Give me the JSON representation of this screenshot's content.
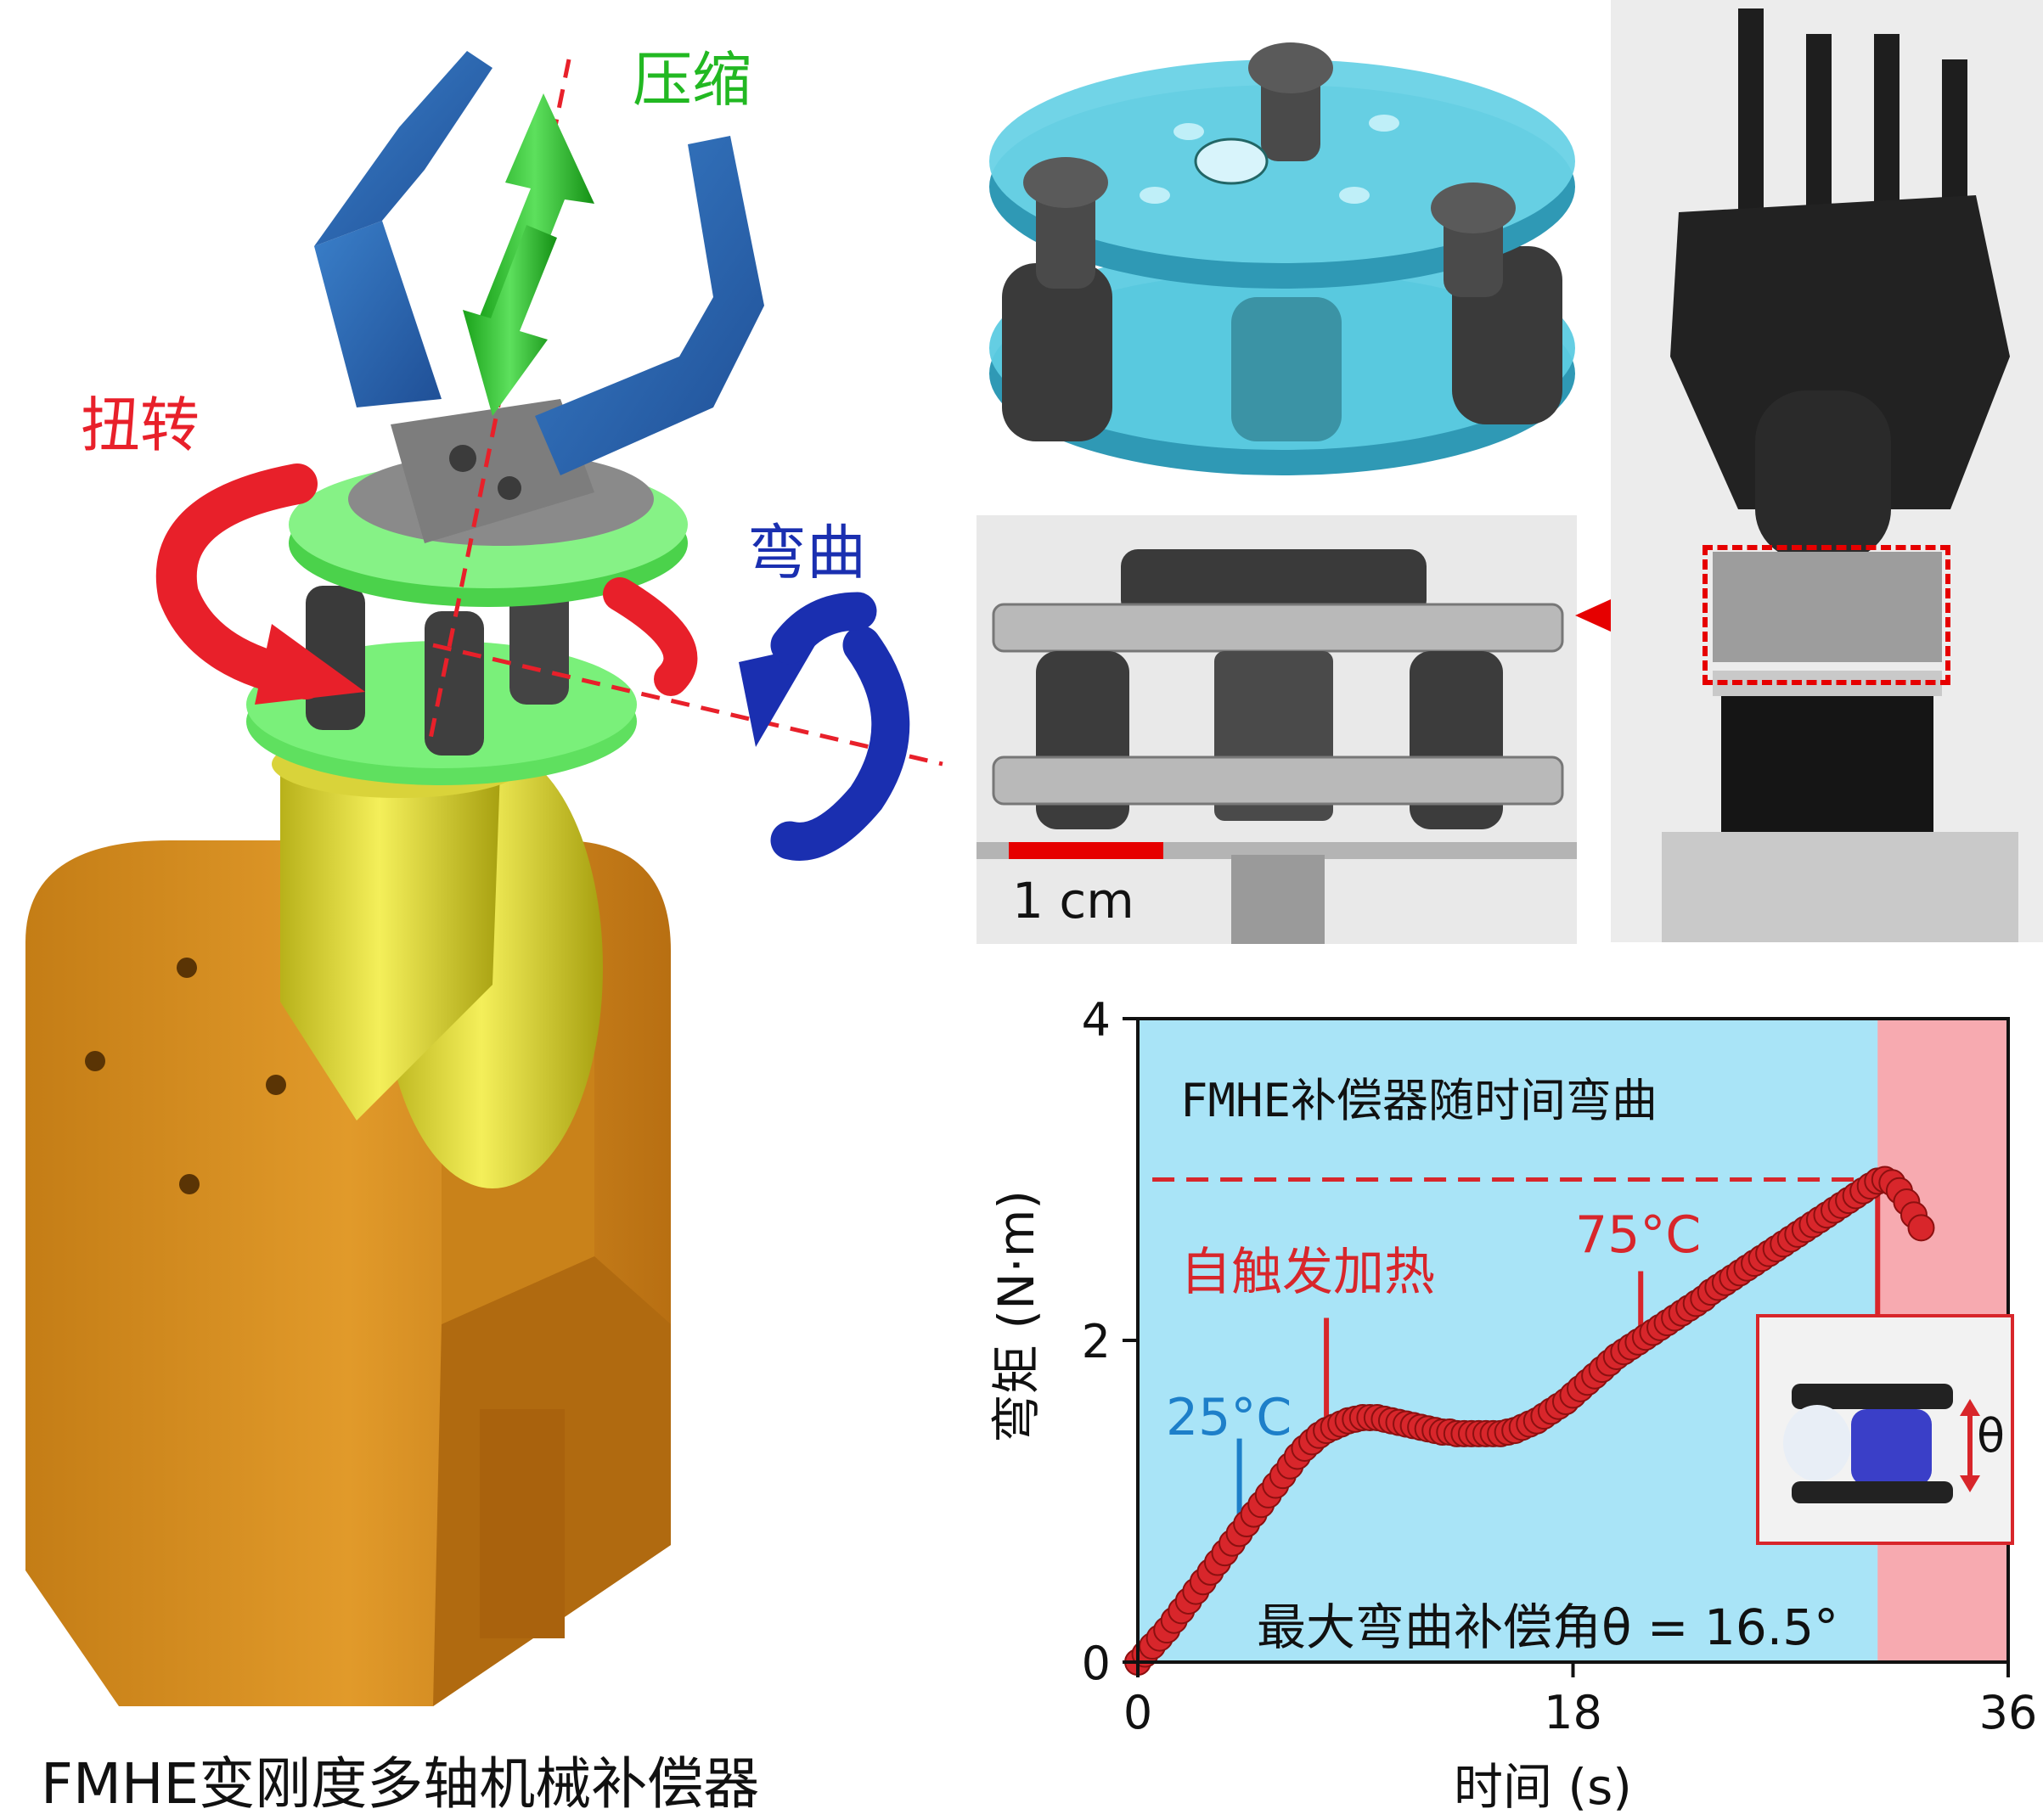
{
  "colors": {
    "compress": "#22b822",
    "torsion": "#e8202a",
    "bend": "#1a2fb0",
    "panel_bg": "#a9e4f7",
    "cooling_bg": "#f7aab0",
    "series": "#d8262b",
    "mark_25": "#1d7fc9"
  },
  "device": {
    "caption": "FMHE变刚度多轴机械补偿器",
    "label_compress": "压缩",
    "label_torsion": "扭转",
    "label_bend": "弯曲"
  },
  "photo": {
    "scale_label": "1 cm"
  },
  "chart": {
    "heading": "FMHE补偿器随时间弯曲",
    "label_self_heating": "自触发加热",
    "label_25c": "25°C",
    "label_75c": "75°C",
    "label_max_angle": "最大弯曲补偿角θ = 16.5°",
    "inset_symbol": "θ"
  },
  "chart_data": {
    "type": "scatter",
    "xlabel": "时间 (s)",
    "ylabel": "弯矩 (N·m)",
    "xlim": [
      0,
      36
    ],
    "ylim": [
      0,
      4
    ],
    "xticks": [
      0,
      18,
      36
    ],
    "yticks": [
      0,
      2,
      4
    ],
    "max_line_y": 3.0,
    "shaded_region_x": [
      30.6,
      36
    ],
    "markers": [
      {
        "x": 4.2,
        "label": "25°C"
      },
      {
        "x": 7.8,
        "label": "自触发加热"
      },
      {
        "x": 20.8,
        "label": "75°C"
      },
      {
        "x": 30.6,
        "label": ""
      }
    ],
    "points": [
      [
        0,
        0
      ],
      [
        0.3,
        0.05
      ],
      [
        0.6,
        0.1
      ],
      [
        0.9,
        0.15
      ],
      [
        1.2,
        0.2
      ],
      [
        1.5,
        0.26
      ],
      [
        1.8,
        0.32
      ],
      [
        2.1,
        0.38
      ],
      [
        2.4,
        0.44
      ],
      [
        2.7,
        0.5
      ],
      [
        3.0,
        0.56
      ],
      [
        3.3,
        0.62
      ],
      [
        3.6,
        0.68
      ],
      [
        3.9,
        0.74
      ],
      [
        4.2,
        0.8
      ],
      [
        4.5,
        0.86
      ],
      [
        4.8,
        0.92
      ],
      [
        5.1,
        0.98
      ],
      [
        5.4,
        1.04
      ],
      [
        5.7,
        1.1
      ],
      [
        6.0,
        1.16
      ],
      [
        6.3,
        1.22
      ],
      [
        6.6,
        1.28
      ],
      [
        6.9,
        1.33
      ],
      [
        7.2,
        1.37
      ],
      [
        7.5,
        1.41
      ],
      [
        7.8,
        1.44
      ],
      [
        8.1,
        1.46
      ],
      [
        8.4,
        1.48
      ],
      [
        8.7,
        1.5
      ],
      [
        9.0,
        1.51
      ],
      [
        9.3,
        1.52
      ],
      [
        9.6,
        1.52
      ],
      [
        9.9,
        1.52
      ],
      [
        10.2,
        1.51
      ],
      [
        10.5,
        1.5
      ],
      [
        10.8,
        1.49
      ],
      [
        11.1,
        1.48
      ],
      [
        11.4,
        1.47
      ],
      [
        11.7,
        1.46
      ],
      [
        12.0,
        1.45
      ],
      [
        12.3,
        1.44
      ],
      [
        12.6,
        1.43
      ],
      [
        12.9,
        1.43
      ],
      [
        13.2,
        1.42
      ],
      [
        13.5,
        1.42
      ],
      [
        13.8,
        1.42
      ],
      [
        14.1,
        1.42
      ],
      [
        14.4,
        1.42
      ],
      [
        14.7,
        1.42
      ],
      [
        15.0,
        1.42
      ],
      [
        15.3,
        1.43
      ],
      [
        15.6,
        1.44
      ],
      [
        15.9,
        1.46
      ],
      [
        16.2,
        1.48
      ],
      [
        16.5,
        1.5
      ],
      [
        16.8,
        1.53
      ],
      [
        17.1,
        1.56
      ],
      [
        17.4,
        1.59
      ],
      [
        17.7,
        1.62
      ],
      [
        18.0,
        1.66
      ],
      [
        18.3,
        1.7
      ],
      [
        18.6,
        1.74
      ],
      [
        18.9,
        1.78
      ],
      [
        19.2,
        1.82
      ],
      [
        19.5,
        1.86
      ],
      [
        19.8,
        1.9
      ],
      [
        20.1,
        1.93
      ],
      [
        20.4,
        1.96
      ],
      [
        20.7,
        1.99
      ],
      [
        21.0,
        2.02
      ],
      [
        21.3,
        2.05
      ],
      [
        21.6,
        2.08
      ],
      [
        21.9,
        2.11
      ],
      [
        22.2,
        2.14
      ],
      [
        22.5,
        2.17
      ],
      [
        22.8,
        2.2
      ],
      [
        23.1,
        2.23
      ],
      [
        23.4,
        2.26
      ],
      [
        23.7,
        2.3
      ],
      [
        24.0,
        2.33
      ],
      [
        24.3,
        2.36
      ],
      [
        24.6,
        2.39
      ],
      [
        24.9,
        2.42
      ],
      [
        25.2,
        2.45
      ],
      [
        25.5,
        2.48
      ],
      [
        25.8,
        2.51
      ],
      [
        26.1,
        2.54
      ],
      [
        26.4,
        2.57
      ],
      [
        26.7,
        2.6
      ],
      [
        27.0,
        2.63
      ],
      [
        27.3,
        2.66
      ],
      [
        27.6,
        2.69
      ],
      [
        27.9,
        2.72
      ],
      [
        28.2,
        2.75
      ],
      [
        28.5,
        2.78
      ],
      [
        28.8,
        2.81
      ],
      [
        29.1,
        2.84
      ],
      [
        29.4,
        2.87
      ],
      [
        29.7,
        2.9
      ],
      [
        30.0,
        2.93
      ],
      [
        30.3,
        2.96
      ],
      [
        30.6,
        2.99
      ],
      [
        30.9,
        3.0
      ],
      [
        31.2,
        2.98
      ],
      [
        31.5,
        2.93
      ],
      [
        31.8,
        2.86
      ],
      [
        32.1,
        2.78
      ],
      [
        32.4,
        2.7
      ]
    ]
  }
}
